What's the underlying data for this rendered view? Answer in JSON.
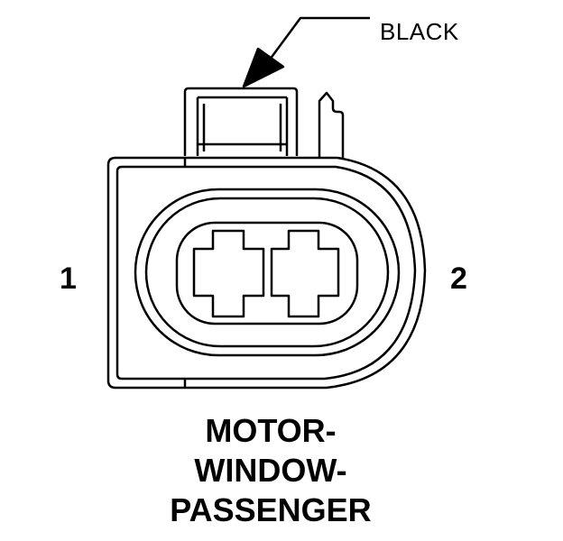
{
  "diagram": {
    "callout_label": "BLACK",
    "pin_labels": [
      "1",
      "2"
    ],
    "title_lines": [
      "MOTOR-",
      "WINDOW-",
      "PASSENGER"
    ]
  },
  "colors": {
    "line": "#000000",
    "background": "#ffffff"
  }
}
